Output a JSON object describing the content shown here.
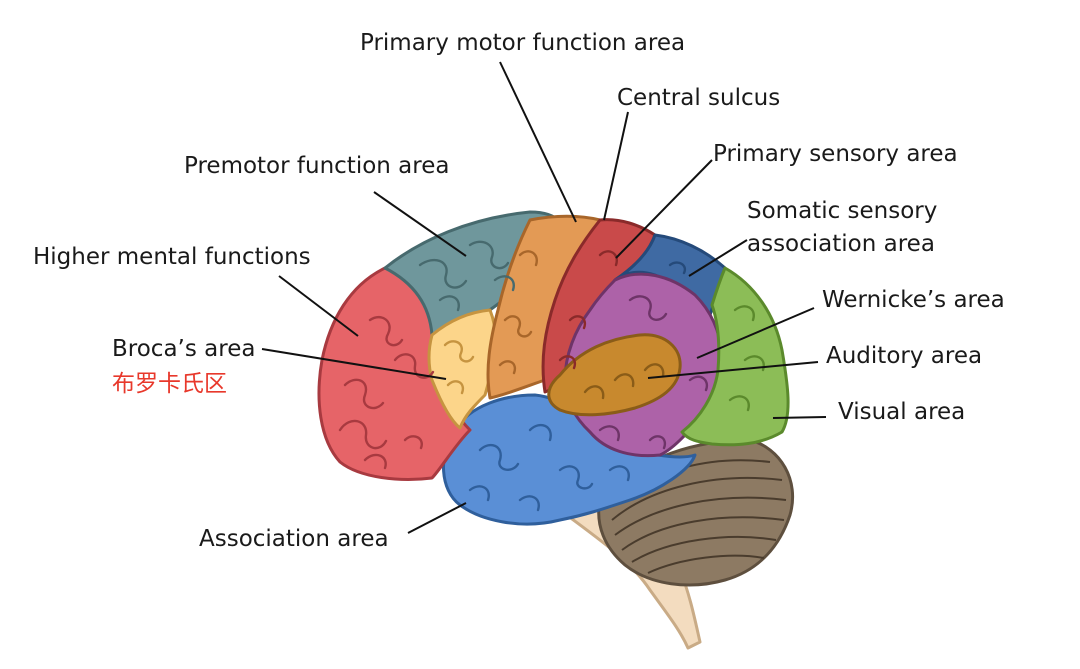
{
  "labels": {
    "primary_motor": "Primary motor function area",
    "central_sulcus": "Central sulcus",
    "primary_sensory": "Primary sensory area",
    "premotor": "Premotor function area",
    "somatic_line1": "Somatic sensory",
    "somatic_line2": "association area",
    "higher_mental": "Higher mental functions",
    "wernicke": "Wernicke’s area",
    "broca": "Broca’s area",
    "broca_cn": "布罗卡氏区",
    "auditory": "Auditory area",
    "visual": "Visual area",
    "association": "Association area"
  },
  "colors": {
    "higher_mental": "#e66468",
    "premotor": "#6f979c",
    "broca": "#fcd58a",
    "motor": "#e39a55",
    "sensory": "#c94a4a",
    "somatic_assoc": "#3f6aa3",
    "wernicke": "#ad62a8",
    "auditory": "#c8892e",
    "visual": "#8cbd57",
    "association": "#5a8fd6",
    "cerebellum": "#8d7a63",
    "brainstem": "#f3dcbf",
    "chinese_label": "#e8382b"
  }
}
